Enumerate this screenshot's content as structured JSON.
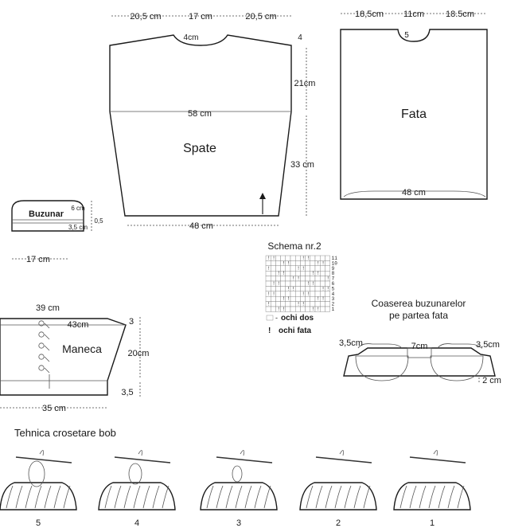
{
  "back": {
    "name": "Spate",
    "top_left": "20,5 cm",
    "top_mid": "17 cm",
    "top_right": "20,5 cm",
    "neck": "4cm",
    "shoulder": "4",
    "upper_height": "21cm",
    "width_chest": "58 cm",
    "lower_height": "33 cm",
    "bottom_width": "48 cm"
  },
  "front": {
    "name": "Fata",
    "top_left": "18,5cm",
    "top_mid": "11cm",
    "top_right": "18.5cm",
    "neck": "5",
    "bottom_width": "48 cm"
  },
  "pocket": {
    "name": "Buzunar",
    "top_height": "6 cm",
    "mid": "0,5",
    "bottom_height": "3,5 cm",
    "width": "17 cm"
  },
  "sleeve": {
    "name": "Maneca",
    "top_width": "39 cm",
    "inner_width": "43cm",
    "dim_top": "3",
    "height": "20cm",
    "dim_bottom": "3,5",
    "bottom_width": "35 cm"
  },
  "schema": {
    "title": "Schema nr.2",
    "legend_dos_symbol": "-",
    "legend_dos": "ochi dos",
    "legend_fata_symbol": "!",
    "legend_fata": "ochi fata"
  },
  "pockets_sewing": {
    "title_line1": "Coaserea buzunarelor",
    "title_line2": "pe partea fata",
    "left": "3,5cm",
    "mid": "7cm",
    "right": "3,5cm",
    "bottom": "2 cm"
  },
  "technique": {
    "title": "Tehnica crosetare bob",
    "steps": [
      "5",
      "4",
      "3",
      "2",
      "1"
    ]
  }
}
